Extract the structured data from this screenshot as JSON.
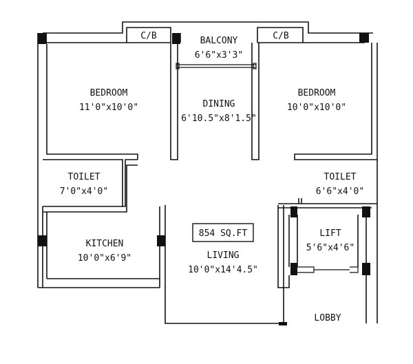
{
  "plan": {
    "area": "854 SQ.FT",
    "rooms": [
      {
        "id": "bedroom-left",
        "name": "BEDROOM",
        "size": "11'0\"x10'0\""
      },
      {
        "id": "balcony",
        "name": "BALCONY",
        "size": "6'6\"x3'3\""
      },
      {
        "id": "dining",
        "name": "DINING",
        "size": "6'10.5\"x8'1.5\""
      },
      {
        "id": "bedroom-right",
        "name": "BEDROOM",
        "size": "10'0\"x10'0\""
      },
      {
        "id": "toilet-left",
        "name": "TOILET",
        "size": "7'0\"x4'0\""
      },
      {
        "id": "toilet-right",
        "name": "TOILET",
        "size": "6'6\"x4'0\""
      },
      {
        "id": "kitchen",
        "name": "KITCHEN",
        "size": "10'0\"x6'9\""
      },
      {
        "id": "living",
        "name": "LIVING",
        "size": "10'0\"x14'4.5\""
      },
      {
        "id": "lift",
        "name": "LIFT",
        "size": "5'6\"x4'6\""
      }
    ],
    "cb_left": "C/B",
    "cb_right": "C/B",
    "lobby": "LOBBY"
  }
}
